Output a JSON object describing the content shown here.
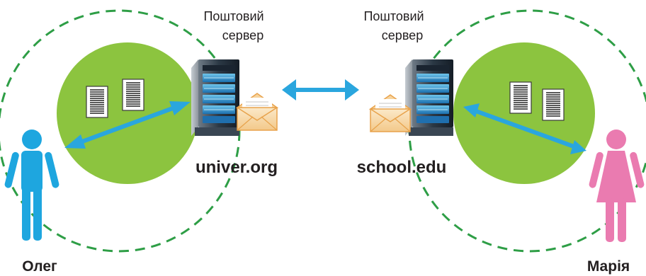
{
  "left": {
    "server_label_line1": "Поштовий",
    "server_label_line2": "сервер",
    "domain": "univer.org",
    "person": "Олег"
  },
  "right": {
    "server_label_line1": "Поштовий",
    "server_label_line2": "сервер",
    "domain": "school.edu",
    "person": "Марія"
  },
  "colors": {
    "zone_dash": "#2e9e46",
    "zone_fill": "#8cc43f",
    "arrow": "#2aa6de",
    "man": "#1ea6df",
    "woman": "#ea7bb0",
    "server_body": "#253442",
    "envelope": "#f0a13e"
  },
  "icons": [
    "server-icon",
    "envelope-icon",
    "document-icon",
    "man-icon",
    "woman-icon"
  ]
}
